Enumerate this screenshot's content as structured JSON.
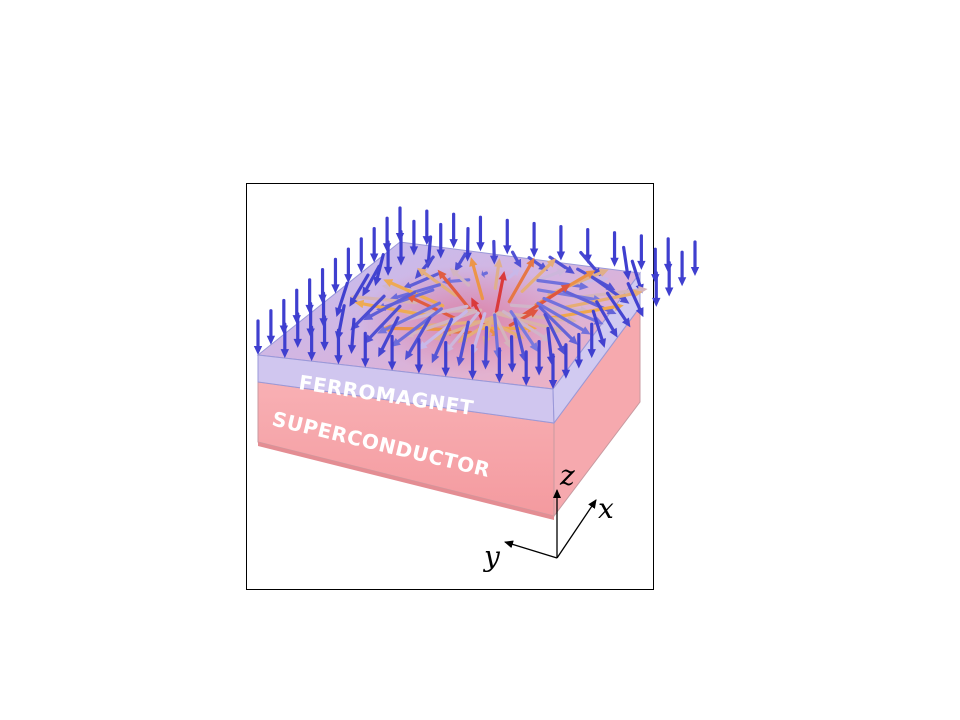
{
  "layers": {
    "top_label": "FERROMAGNET",
    "bottom_label": "SUPERCONDUCTOR"
  },
  "axes": {
    "x_label": "x",
    "y_label": "y",
    "z_label": "z"
  },
  "colors": {
    "superconductor": "#f7a3a8",
    "ferromagnet": "#b9b8f0",
    "spin_down": "#3f3fcf",
    "spin_up": "#d8323a",
    "spin_tilted": "#f0a94b"
  }
}
